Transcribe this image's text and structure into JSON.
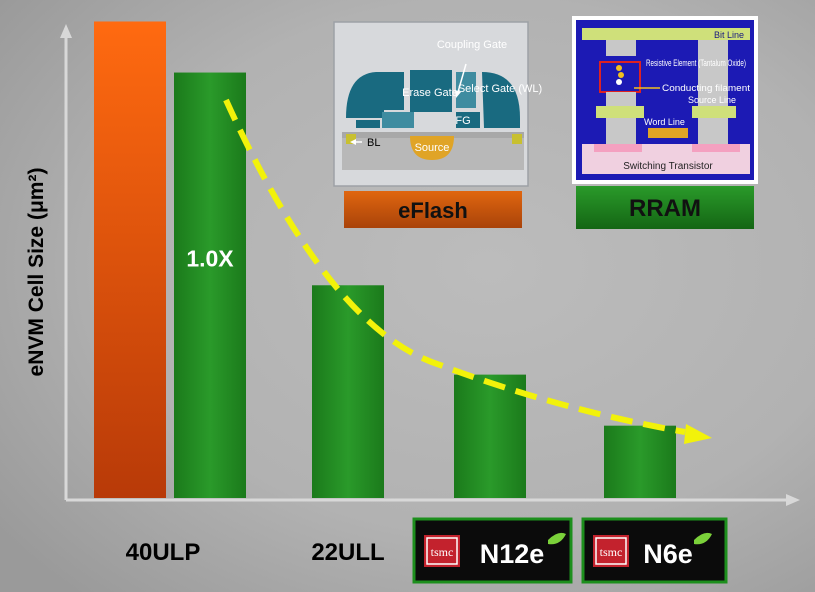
{
  "chart_data": {
    "type": "bar",
    "ylabel": "eNVM Cell Size (μm²)",
    "categories": [
      "40ULP",
      "22ULL",
      "N12e",
      "N6e"
    ],
    "series": [
      {
        "name": "eFlash",
        "values": [
          1.12,
          null,
          null,
          null
        ],
        "color": "#e95a0c"
      },
      {
        "name": "RRAM",
        "values": [
          1.0,
          0.5,
          0.29,
          0.17
        ],
        "color": "#1f8a1f"
      }
    ],
    "bar_annotations": [
      {
        "category": "40ULP",
        "series": "RRAM",
        "text": "1.0X"
      }
    ],
    "ylim": [
      0,
      1.1
    ],
    "grid": false,
    "legend": "top-right",
    "tick_logo": "tsmc"
  },
  "legend_boxes": {
    "eflash": {
      "label": "eFlash",
      "parts": [
        "Coupling Gate",
        "Erase Gate",
        "Select Gate (WL)",
        "FG",
        "BL",
        "Source"
      ]
    },
    "rram": {
      "label": "RRAM",
      "parts": [
        "Bit Line",
        "Resistive Element (Tantalum Oxide)",
        "Conducting filament",
        "Source Line",
        "Word Line",
        "Switching Transistor"
      ]
    }
  },
  "colors": {
    "orange": "#e95a0c",
    "green": "#1f8a1f",
    "arrow": "#f2f20a",
    "tsmc_red": "#c3222d"
  }
}
